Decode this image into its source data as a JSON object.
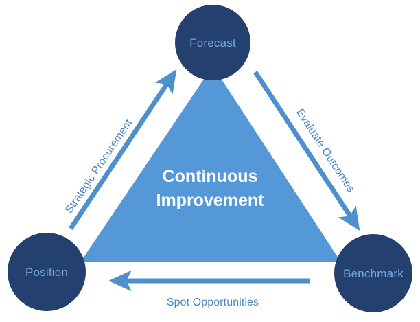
{
  "diagram": {
    "type": "cycle-triangle",
    "background_color": "#ffffff",
    "center": {
      "shape": "triangle",
      "fill_color": "#5598d8",
      "label_line_1": "Continuous",
      "label_line_2": "Improvement",
      "label_color": "#ffffff"
    },
    "nodes": [
      {
        "id": "forecast",
        "label": "Forecast",
        "position": "top",
        "fill_color": "#23406e",
        "label_color": "#77aadd"
      },
      {
        "id": "position",
        "label": "Position",
        "position": "bottom-left",
        "fill_color": "#23406e",
        "label_color": "#77aadd"
      },
      {
        "id": "benchmark",
        "label": "Benchmark",
        "position": "bottom-right",
        "fill_color": "#23406e",
        "label_color": "#77aadd"
      }
    ],
    "edges": [
      {
        "id": "position-to-forecast",
        "label": "Strategic Procurement",
        "from": "position",
        "to": "forecast",
        "direction": "up-right",
        "color": "#4e8fce",
        "label_color": "#4a89c4"
      },
      {
        "id": "forecast-to-benchmark",
        "label": "Evaluate Outcomes",
        "from": "forecast",
        "to": "benchmark",
        "direction": "down-right",
        "color": "#4e8fce",
        "label_color": "#4a89c4"
      },
      {
        "id": "benchmark-to-position",
        "label": "Spot Opportunities",
        "from": "benchmark",
        "to": "position",
        "direction": "left",
        "color": "#4e8fce",
        "label_color": "#4a89c4"
      }
    ]
  }
}
